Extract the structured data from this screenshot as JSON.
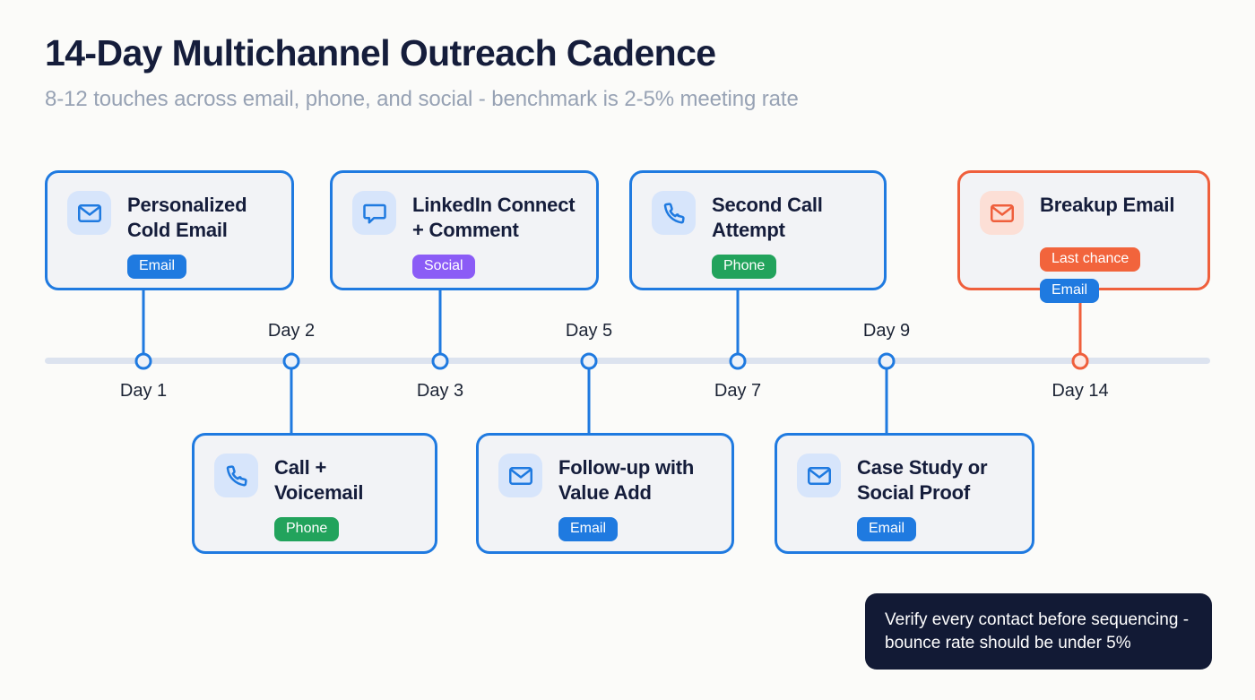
{
  "header": {
    "title": "14-Day Multichannel Outreach Cadence",
    "subtitle": "8-12 touches across email, phone, and social - benchmark is 2-5% meeting rate"
  },
  "colors": {
    "background": "#fbfbf9",
    "primary_blue": "#1f7ae0",
    "accent_orange": "#ef5f3c",
    "badge_email": "#1f7ae0",
    "badge_phone": "#22a35c",
    "badge_social": "#8b5cf6",
    "badge_last_chance": "#f2643c",
    "axis_line": "#dce3ef",
    "card_background": "#f2f3f6",
    "title_text": "#151d3b",
    "subtitle_text": "#97a2b4",
    "callout_background": "#121a35"
  },
  "timeline": {
    "axis_label": "timeline-axis",
    "steps": [
      {
        "day_label": "Day 1",
        "label_position": "below",
        "card_position": "above",
        "title": "Personalized\nCold Email",
        "icon": "envelope-icon",
        "accent": false,
        "badges": [
          {
            "text": "Email",
            "style": "email"
          }
        ]
      },
      {
        "day_label": "Day 2",
        "label_position": "above",
        "card_position": "below",
        "title": "Call +\nVoicemail",
        "icon": "phone-icon",
        "accent": false,
        "badges": [
          {
            "text": "Phone",
            "style": "phone"
          }
        ]
      },
      {
        "day_label": "Day 3",
        "label_position": "below",
        "card_position": "above",
        "title": "LinkedIn Connect\n+ Comment",
        "icon": "chat-bubble-icon",
        "accent": false,
        "badges": [
          {
            "text": "Social",
            "style": "social"
          }
        ]
      },
      {
        "day_label": "Day 5",
        "label_position": "above",
        "card_position": "below",
        "title": "Follow-up with\nValue Add",
        "icon": "envelope-icon",
        "accent": false,
        "badges": [
          {
            "text": "Email",
            "style": "email"
          }
        ]
      },
      {
        "day_label": "Day 7",
        "label_position": "below",
        "card_position": "above",
        "title": "Second Call\nAttempt",
        "icon": "phone-icon",
        "accent": false,
        "badges": [
          {
            "text": "Phone",
            "style": "phone"
          }
        ]
      },
      {
        "day_label": "Day 9",
        "label_position": "above",
        "card_position": "below",
        "title": "Case Study or\nSocial Proof",
        "icon": "envelope-icon",
        "accent": false,
        "badges": [
          {
            "text": "Email",
            "style": "email"
          }
        ]
      },
      {
        "day_label": "Day 14",
        "label_position": "below",
        "card_position": "above",
        "title": "Breakup Email",
        "icon": "envelope-icon",
        "accent": true,
        "badges": [
          {
            "text": "Last chance",
            "style": "accent"
          },
          {
            "text": "Email",
            "style": "email"
          }
        ]
      }
    ]
  },
  "callout": {
    "text": "Verify every contact before sequencing - bounce rate should be under 5%"
  }
}
